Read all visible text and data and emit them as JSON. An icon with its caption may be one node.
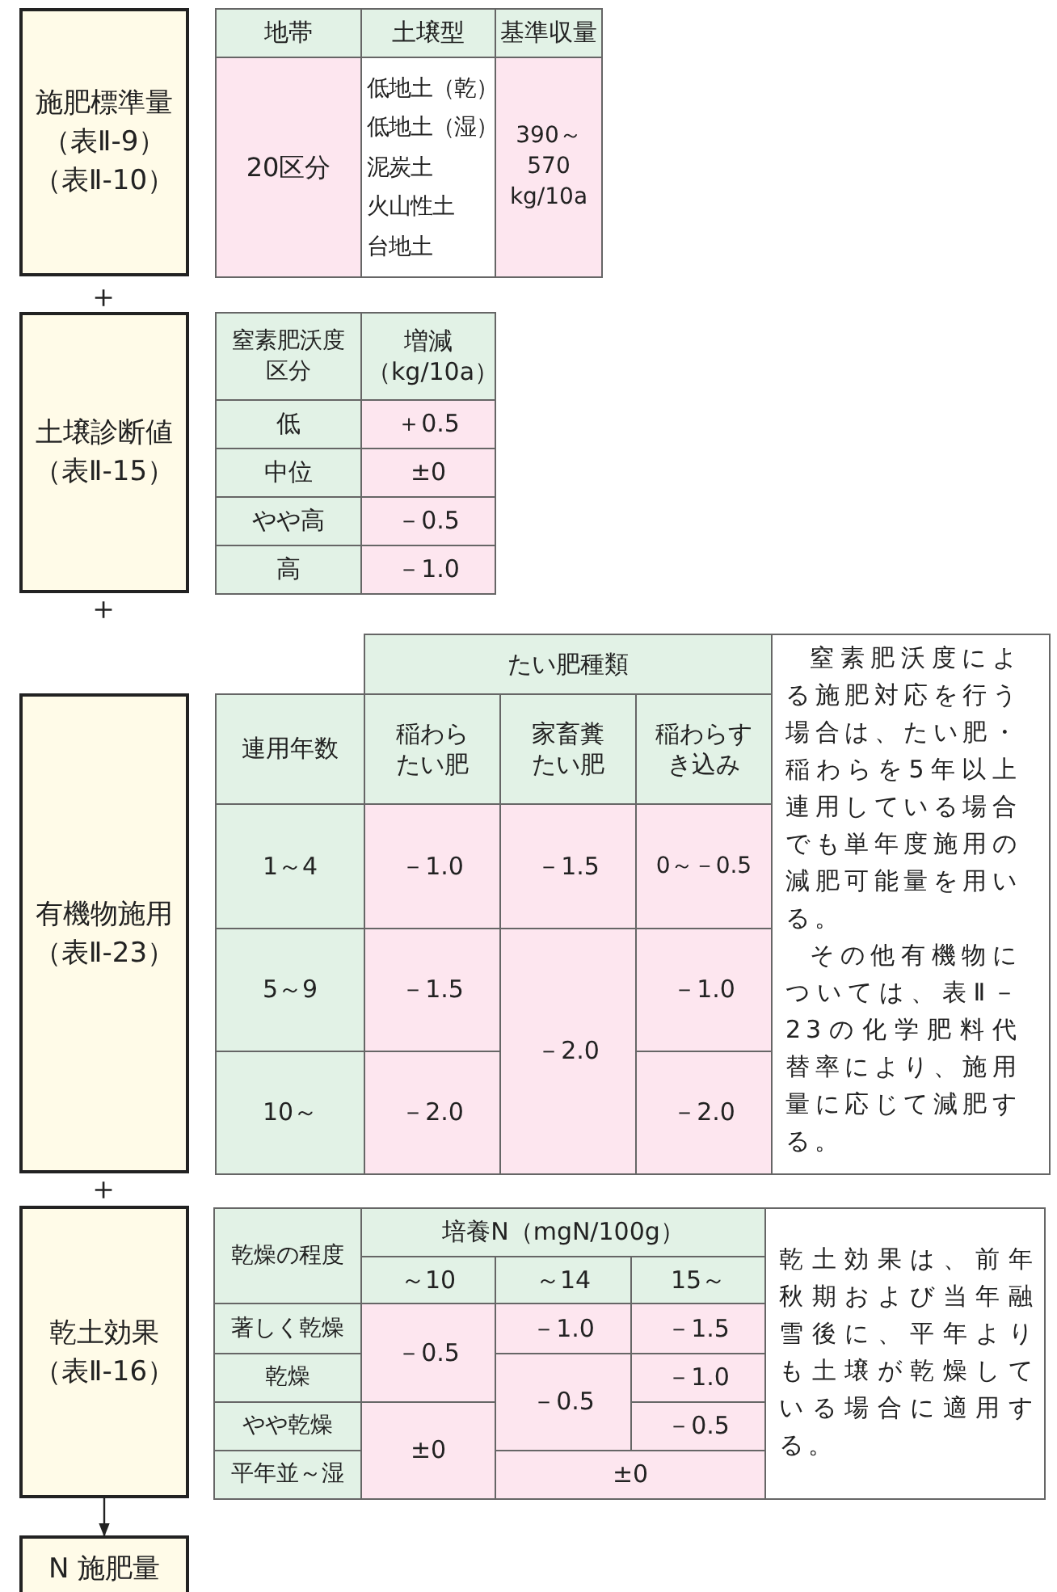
{
  "diagram": {
    "nodes": [
      {
        "text": [
          "施肥標準量",
          "（表Ⅱ-9）",
          "（表Ⅱ-10）"
        ]
      },
      {
        "text": [
          "土壌診断値",
          "（表Ⅱ-15）"
        ]
      },
      {
        "text": [
          "有機物施用",
          "（表Ⅱ-23）"
        ]
      },
      {
        "text": [
          "乾土効果",
          "（表Ⅱ-16）"
        ]
      },
      {
        "text": [
          "N 施肥量"
        ]
      }
    ],
    "edges": [
      {
        "from": 3,
        "to": 4,
        "arrow": "to"
      }
    ],
    "labels": [
      "地帯",
      "土壌型",
      "基準収量",
      "20区分",
      "低地土（乾）",
      "低地土（湿）",
      "泥炭土",
      "火山性土",
      "台地土",
      "390～570 kg/10a",
      "＋",
      "窒素肥沃度区分",
      "増減（kg/10a）",
      "低",
      "＋0.5",
      "中位",
      "±0",
      "やや高",
      "－0.5",
      "高",
      "－1.0",
      "＋",
      "たい肥種類",
      "連用年数",
      "稲わらたい肥",
      "家畜糞たい肥",
      "稲わらすき込み",
      "1～4",
      "－1.0",
      "－1.5",
      "0～－0.5",
      "5～9",
      "－1.5",
      "－2.0",
      "－1.0",
      "10～",
      "－2.0",
      "－2.0",
      "窒素肥沃度による施肥対応を行う場合は、たい肥・稲わらを5年以上連用している場合でも単年度施用の減肥可能量を用いる。",
      "その他有機物については、表Ⅱ－23の化学肥料代替率により、施用量に応じて減肥する。",
      "＋",
      "乾燥の程度",
      "培養N（mgN/100g）",
      "～10",
      "～14",
      "15～",
      "著しく乾燥",
      "－0.5",
      "－1.0",
      "－1.5",
      "乾燥",
      "－0.5",
      "－1.0",
      "やや乾燥",
      "±0",
      "－0.5",
      "平年並～湿",
      "±0",
      "乾土効果は、前年秋期および当年融雪後に、平年よりも土壌が乾燥している場合に適用する。"
    ]
  }
}
